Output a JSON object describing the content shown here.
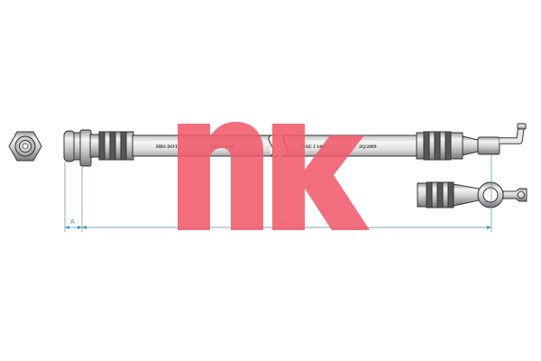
{
  "colors": {
    "logo": "#f15a6a",
    "metal_light": "#eeeeee",
    "metal_mid": "#bdbdbd",
    "metal_dark": "#555555",
    "outline": "#333333",
    "dimension": "#4a8fb3"
  },
  "logo": {
    "text": "nk",
    "brand": "NK"
  },
  "hose_printing": [
    "HBS DOT",
    "OPT 1/8 HL",
    "SAE J 1401",
    "2Q/2009"
  ],
  "dimensions": {
    "a_label": "A",
    "l_label": "L"
  },
  "icons": {
    "end_view": "hex-fitting-end-view-icon",
    "banjo": "banjo-fitting-icon",
    "bent_pipe": "bent-pipe-end-icon"
  }
}
